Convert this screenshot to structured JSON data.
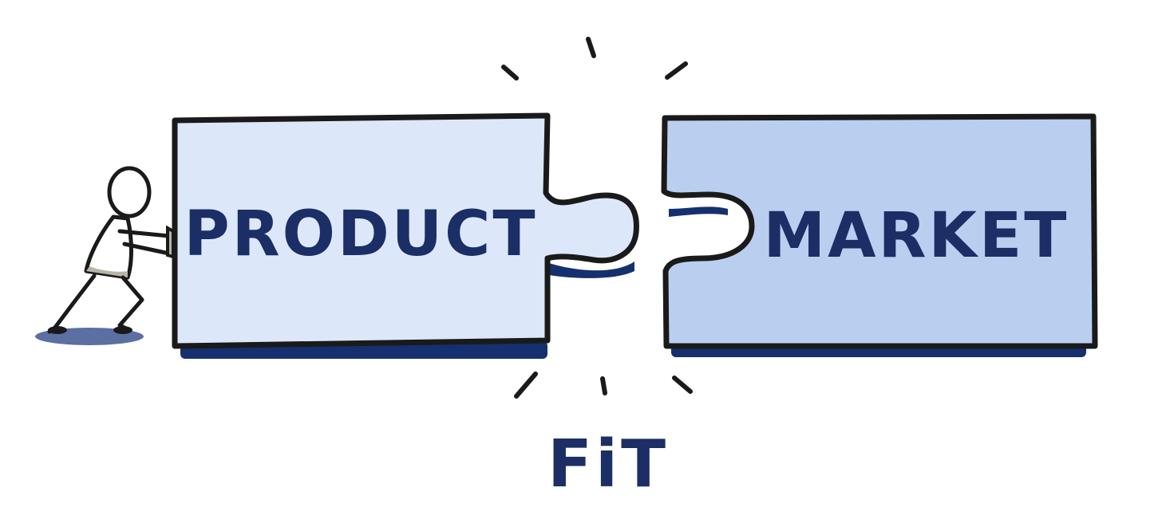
{
  "left_piece": {
    "label": "PRODUCT",
    "fill": "#dce8fa"
  },
  "right_piece": {
    "label": "MARKET",
    "fill": "#bacff0"
  },
  "caption": {
    "label": "FiT"
  },
  "colors": {
    "outline": "#1a1a1a",
    "text": "#1b2e66",
    "shadow": "#15306e",
    "figure_shadow": "#5c6fa3",
    "figure_fill": "#ffffff",
    "figure_shading": "#b9b4a8"
  },
  "icons": [
    "pushing-person-icon",
    "spark-lines-icon"
  ]
}
